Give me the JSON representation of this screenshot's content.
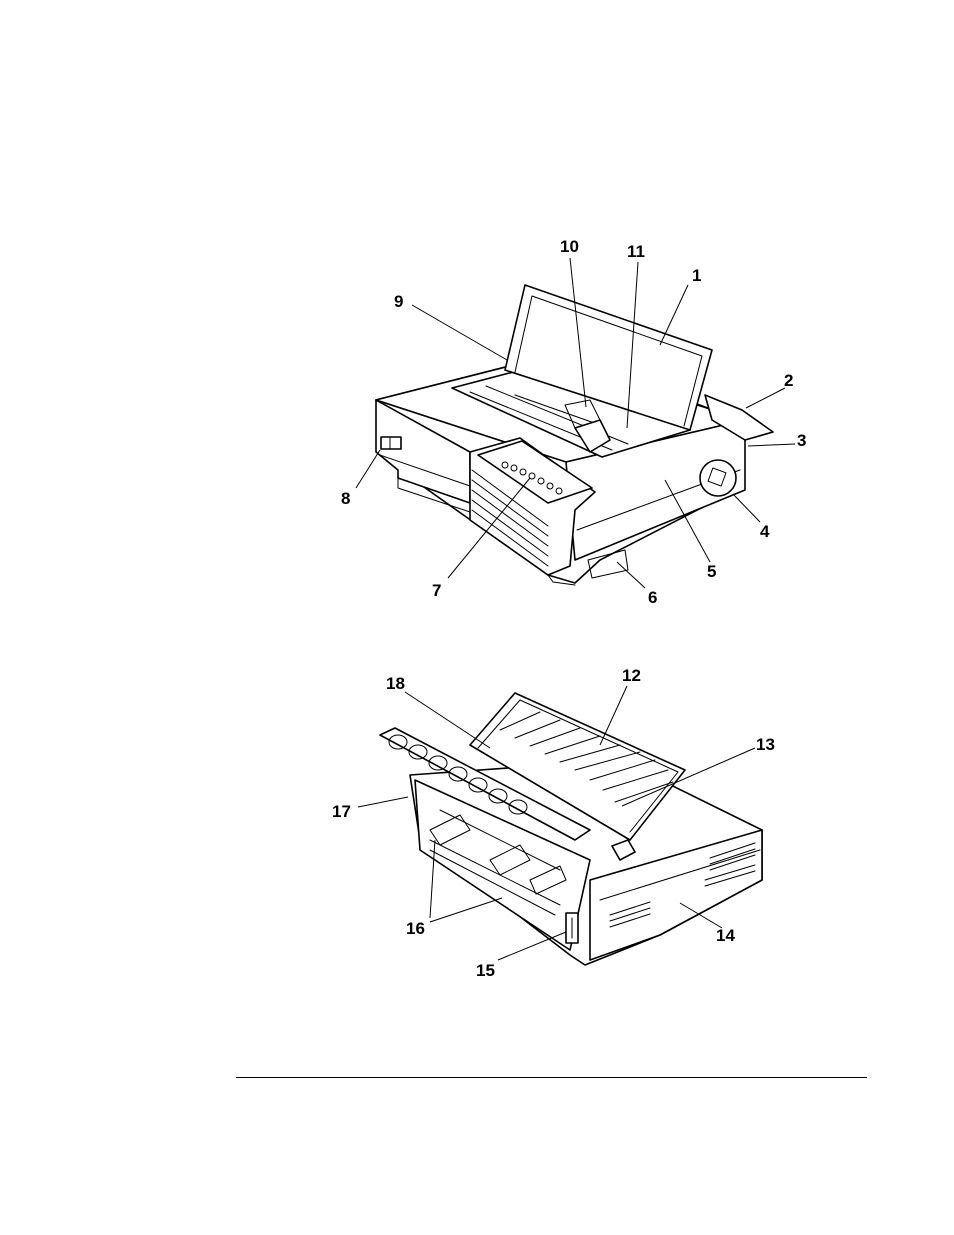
{
  "top_figure": {
    "callouts": [
      "1",
      "2",
      "3",
      "4",
      "5",
      "6",
      "7",
      "8",
      "9",
      "10",
      "11"
    ]
  },
  "bottom_figure": {
    "callouts": [
      "12",
      "13",
      "14",
      "15",
      "16",
      "17",
      "18"
    ]
  }
}
